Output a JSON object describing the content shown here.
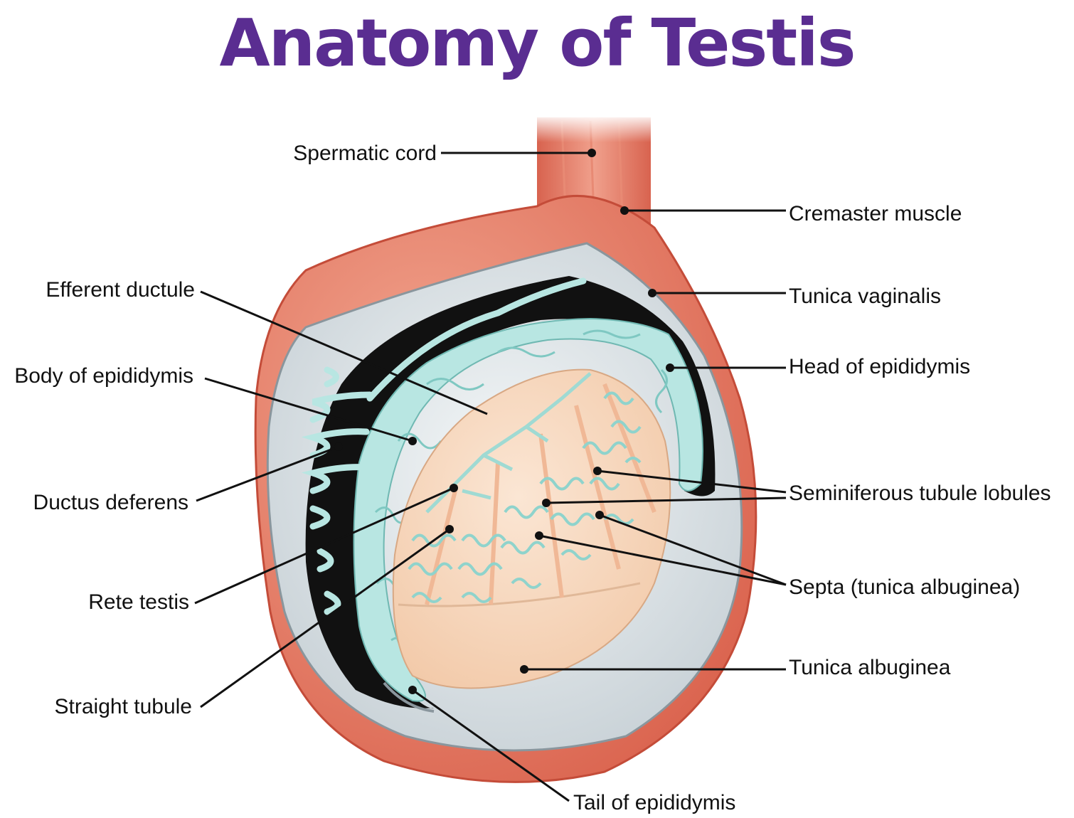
{
  "title": "Anatomy of Testis",
  "colors": {
    "title": "#5a2d91",
    "muscle": "#e0735e",
    "muscle_dark": "#c9523f",
    "tunica_vaginalis": "#cdd6db",
    "epididymis": "#b8e6e2",
    "testis_interior": "#f8d9c0",
    "leader_lines": "#111111"
  },
  "labels": {
    "spermatic_cord": "Spermatic cord",
    "cremaster_muscle": "Cremaster muscle",
    "efferent_ductule": "Efferent ductule",
    "tunica_vaginalis": "Tunica vaginalis",
    "head_of_epididymis": "Head of epididymis",
    "body_of_epididymis": "Body of epididymis",
    "ductus_deferens": "Ductus deferens",
    "seminiferous_tubule_lobules": "Seminiferous tubule lobules",
    "rete_testis": "Rete testis",
    "septa": "Septa (tunica albuginea)",
    "straight_tubule": "Straight tubule",
    "tunica_albuginea": "Tunica albuginea",
    "tail_of_epididymis": "Tail of epididymis"
  }
}
